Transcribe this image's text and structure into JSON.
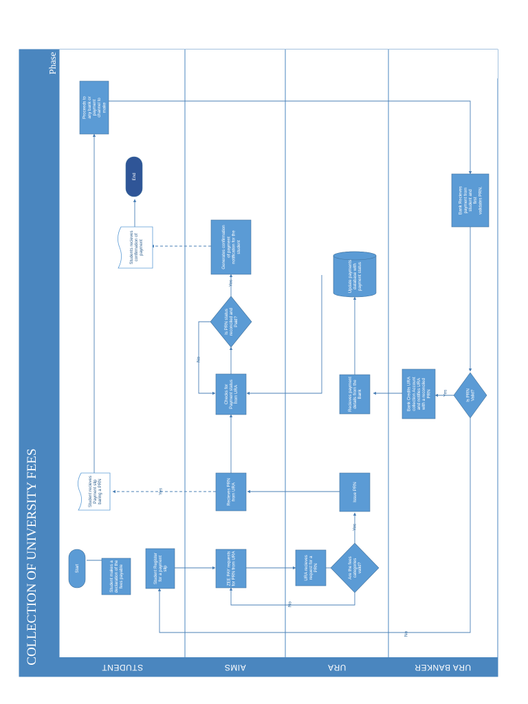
{
  "title": "COLLECTION OF UNIVERSITY FEES",
  "phase_label": "Phase",
  "lanes": [
    "STUDENT",
    "AIMS",
    "URA",
    "URA BANKER"
  ],
  "nodes": {
    "start": "Start",
    "declaration": "Student makes a declaration of the fees payable",
    "register": "Student Register for a payment slip",
    "zeepay": "ZEE PAY requests for PRN from URA",
    "ura_receives": "URA recieves request for a PRN",
    "fees_valid": "Are the fees categories valid?",
    "issue_prn": "Issue PRN",
    "receives_prn": "Recieves PRN from URA",
    "slip_prn": "Student recieves Payment slip baring a PRN",
    "checks_status": "Checks for Payment status from URA",
    "prn_paid": "Is PRN status reconciled and Paid?",
    "generates_conf": "Generates confirmation of payment notification for the student",
    "student_conf": "Students recieves confirmation of payment",
    "end": "End",
    "proceeds_bank": "Proceeds to any bank or payment channel to make",
    "bank_validates": "Bank Recieves payment from student and first validates PRN.",
    "prn_valid": "Is PRN Valid?",
    "bank_credits": "Bank Credits URA collection Account and notifies URA with a reconciled PRN",
    "ura_payment_details": "Recieves payment details from the Bank",
    "update_db": "Update payments database with payment status"
  },
  "edge_labels": {
    "fees_yes": "Yes",
    "fees_no": "No",
    "prn_yes": "Yes",
    "paid_no": "No",
    "paid_yes": "Yes",
    "valid_yes": "Yes",
    "valid_no": "No"
  },
  "colors": {
    "frame": "#4a86bf",
    "node_fill": "#5b9bd5",
    "node_stroke": "#41719c",
    "end_fill": "#2f5597",
    "line": "#4a7fb5",
    "doc_stroke": "#5b9bd5"
  }
}
